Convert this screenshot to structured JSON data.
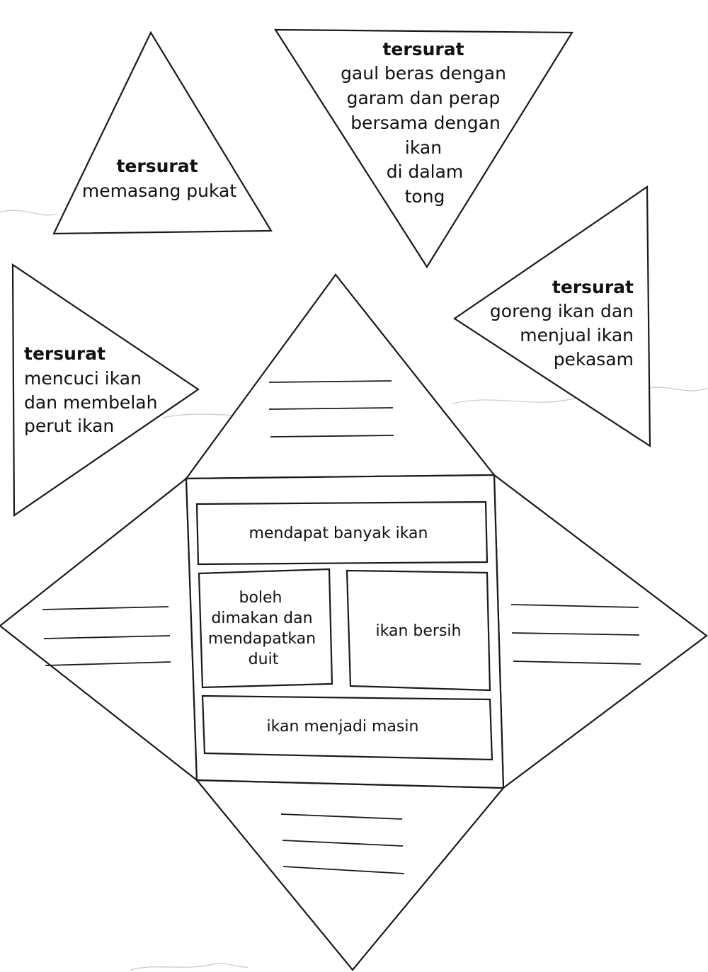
{
  "triangles": {
    "top_left": {
      "heading": "tersurat",
      "lines": [
        "memasang pukat"
      ]
    },
    "top_center": {
      "heading": "tersurat",
      "lines": [
        "gaul  beras dengan",
        "garam dan perap",
        "bersama dengan",
        "ikan",
        "di dalam",
        "tong"
      ]
    },
    "right": {
      "heading": "tersurat",
      "lines": [
        "goreng ikan dan",
        "menjual ikan",
        "pekasam"
      ]
    },
    "left": {
      "heading": "tersurat",
      "lines": [
        "mencuci ikan",
        "dan membelah",
        "perut ikan"
      ]
    }
  },
  "center_boxes": {
    "top": "mendapat banyak ikan",
    "middle_left": [
      "boleh",
      "dimakan dan",
      "mendapatkan",
      "duit"
    ],
    "middle_right": "ikan bersih",
    "bottom": "ikan menjadi masin"
  },
  "colors": {
    "ink": "#1a1a1a",
    "paper": "#ffffff"
  }
}
